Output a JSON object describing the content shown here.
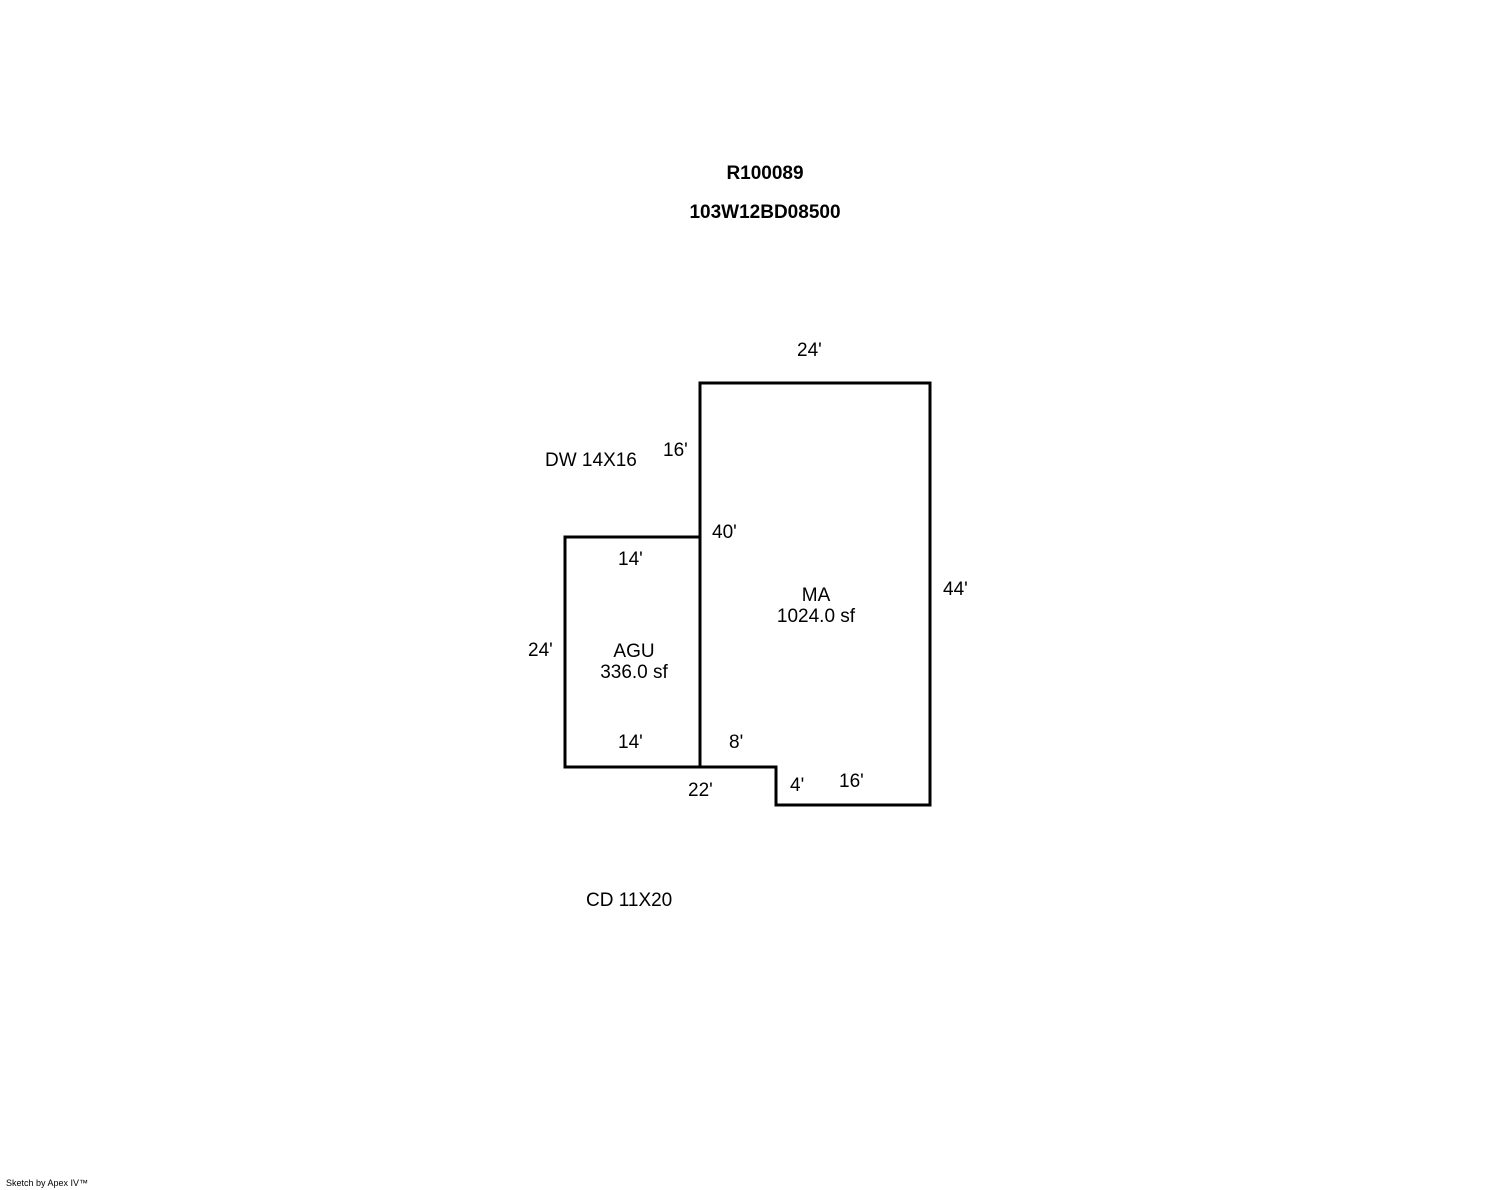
{
  "header": {
    "account_id": "R100089",
    "parcel_id": "103W12BD08500"
  },
  "areas": {
    "ma": {
      "code": "MA",
      "area": "1024.0 sf"
    },
    "agu": {
      "code": "AGU",
      "area": "336.0 sf"
    }
  },
  "dimensions": {
    "ma_top": "24'",
    "ma_left_upper": "16'",
    "ma_left_inner": "40'",
    "ma_right": "44'",
    "ma_step_horizontal": "8'",
    "ma_step_vertical": "4'",
    "ma_bottom": "16'",
    "agu_top": "14'",
    "agu_left": "24'",
    "agu_bottom": "14'",
    "combined_bottom": "22'"
  },
  "annotations": {
    "dw": "DW 14X16",
    "cd": "CD 11X20"
  },
  "footer": {
    "credit": "Sketch by Apex IV™"
  }
}
